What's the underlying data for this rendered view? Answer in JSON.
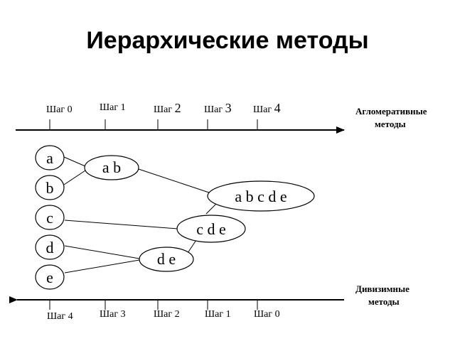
{
  "title": "Иерархические методы",
  "agglomerative": {
    "steps": [
      {
        "prefix": "Шаг ",
        "num": "0"
      },
      {
        "prefix": "Шаг ",
        "num": "1"
      },
      {
        "prefix": "Шаг ",
        "num": "2"
      },
      {
        "prefix": "Шаг ",
        "num": "3"
      },
      {
        "prefix": "Шаг ",
        "num": "4"
      }
    ],
    "label_line1": "Агломеративные",
    "label_line2": "методы"
  },
  "divisive": {
    "steps": [
      "Шаг 4",
      "Шаг 3",
      "Шаг 2",
      "Шаг 1",
      "Шаг 0"
    ],
    "label_line1": "Дивизимные",
    "label_line2": "методы"
  },
  "nodes": {
    "a": "a",
    "b": "b",
    "c": "c",
    "d": "d",
    "e": "e",
    "ab": "a b",
    "de": "d e",
    "cde": "c d e",
    "abcde": "a b c d e"
  }
}
